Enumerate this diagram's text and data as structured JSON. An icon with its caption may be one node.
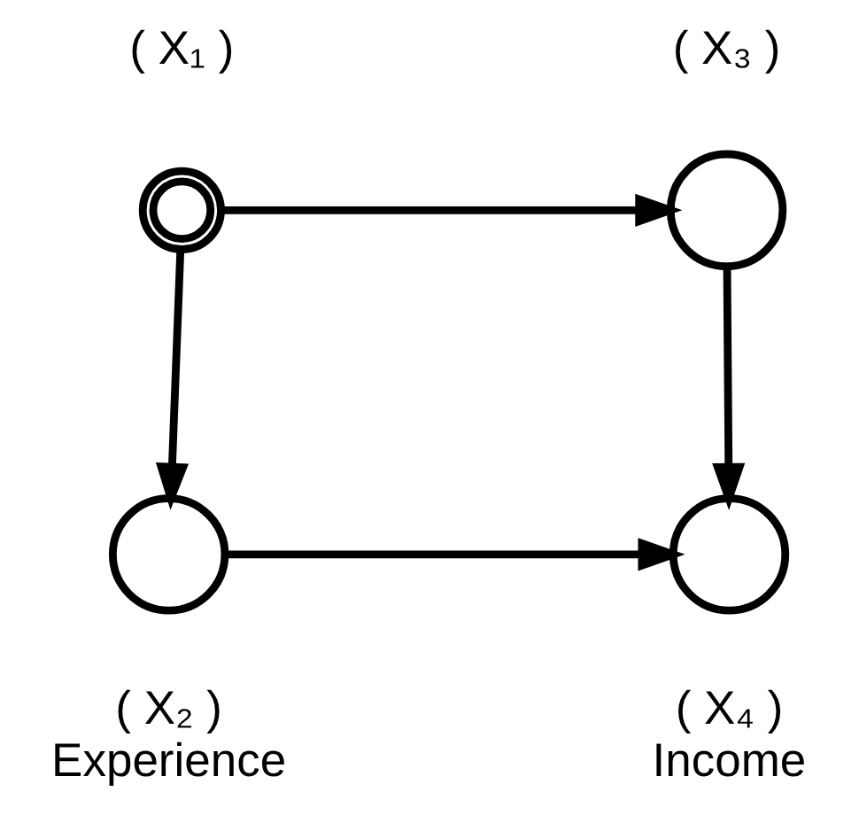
{
  "diagram": {
    "nodes": [
      {
        "text": [],
        "shape": "doublecircle",
        "beside": [
          "( X₁ )"
        ]
      },
      {
        "text": [],
        "shape": "circle",
        "beside": [
          "( X₃ )"
        ]
      },
      {
        "text": [],
        "shape": "circle",
        "beside": [
          "( X₂ )",
          "Experience"
        ]
      },
      {
        "text": [],
        "shape": "circle",
        "beside": [
          "( X₄ )",
          "Income"
        ]
      }
    ],
    "edges": [
      {
        "from": 0,
        "to": 1,
        "arrow": "to"
      },
      {
        "from": 0,
        "to": 2,
        "arrow": "to"
      },
      {
        "from": 1,
        "to": 3,
        "arrow": "to"
      },
      {
        "from": 2,
        "to": 3,
        "arrow": "to"
      }
    ]
  }
}
